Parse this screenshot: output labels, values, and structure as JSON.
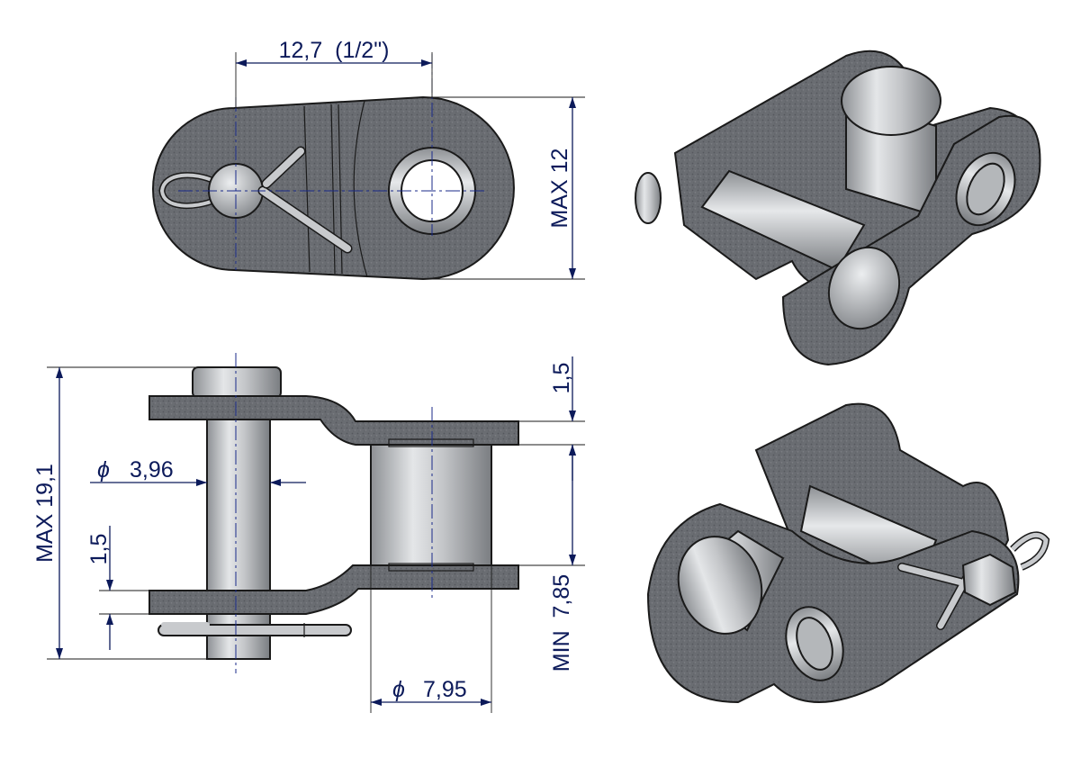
{
  "drawing": {
    "dimensions": {
      "pitch": "12,7  (1/2\")",
      "plate_height": "MAX 12",
      "overall_width": "MAX 19,1",
      "pin_diameter": "3,96",
      "plate_thickness_left": "1,5",
      "plate_thickness_right": "1,5",
      "inner_width": "MIN  7,85",
      "roller_diameter": "7,95"
    },
    "symbols": {
      "diameter": "ϕ"
    },
    "colors": {
      "dimension": "#0c1a5a",
      "plate": "#6a6d72",
      "steel": "#c8cacd",
      "edge": "#1a1a1a"
    }
  }
}
